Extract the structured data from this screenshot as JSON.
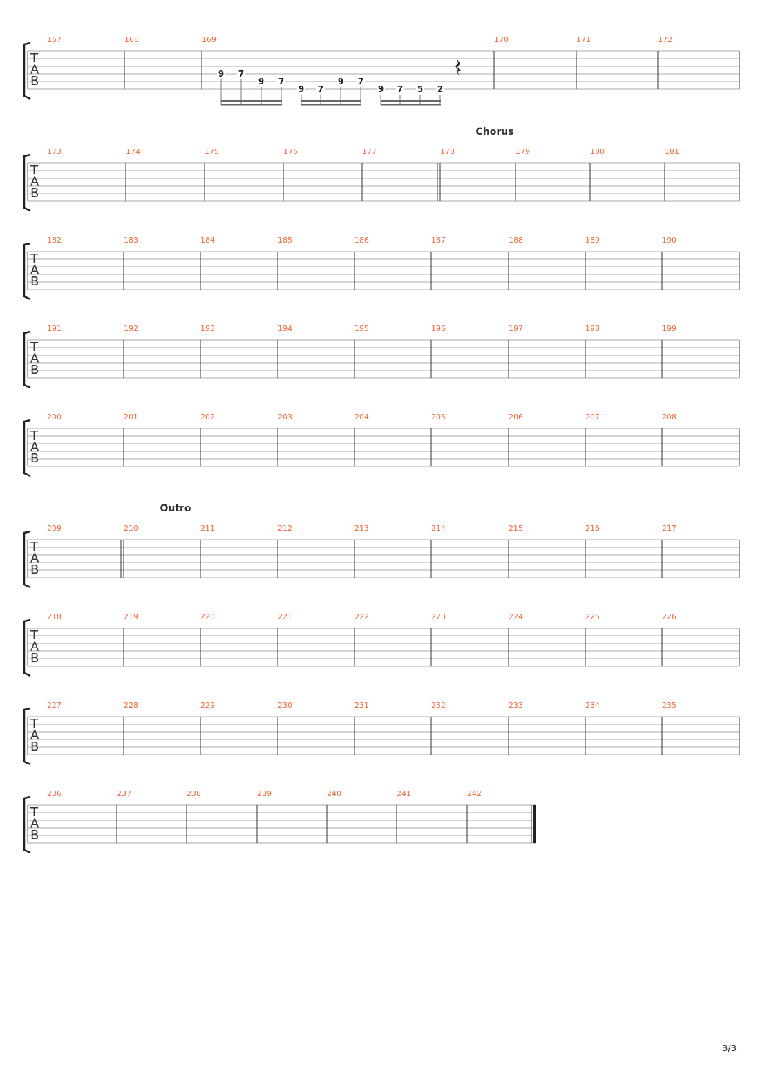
{
  "tab_letters": [
    "T",
    "A",
    "B"
  ],
  "page_number": "3/3",
  "systems": [
    {
      "measures": [
        "167",
        "168",
        "169",
        "170",
        "171",
        "172"
      ],
      "notes": [
        {
          "fret": "9",
          "string": 4
        },
        {
          "fret": "7",
          "string": 4
        },
        {
          "fret": "9",
          "string": 5
        },
        {
          "fret": "7",
          "string": 5
        },
        {
          "fret": "9",
          "string": 6
        },
        {
          "fret": "7",
          "string": 6
        },
        {
          "fret": "9",
          "string": 5
        },
        {
          "fret": "7",
          "string": 5
        },
        {
          "fret": "9",
          "string": 6
        },
        {
          "fret": "7",
          "string": 6
        },
        {
          "fret": "5",
          "string": 6
        },
        {
          "fret": "2",
          "string": 6
        }
      ],
      "rest": "quarter-rest"
    },
    {
      "measures": [
        "173",
        "174",
        "175",
        "176",
        "177",
        "178",
        "179",
        "180",
        "181"
      ],
      "section": "Chorus"
    },
    {
      "measures": [
        "182",
        "183",
        "184",
        "185",
        "186",
        "187",
        "188",
        "189",
        "190"
      ]
    },
    {
      "measures": [
        "191",
        "192",
        "193",
        "194",
        "195",
        "196",
        "197",
        "198",
        "199"
      ]
    },
    {
      "measures": [
        "200",
        "201",
        "202",
        "203",
        "204",
        "205",
        "206",
        "207",
        "208"
      ]
    },
    {
      "measures": [
        "209",
        "210",
        "211",
        "212",
        "213",
        "214",
        "215",
        "216",
        "217"
      ],
      "section": "Outro"
    },
    {
      "measures": [
        "218",
        "219",
        "220",
        "221",
        "222",
        "223",
        "224",
        "225",
        "226"
      ]
    },
    {
      "measures": [
        "227",
        "228",
        "229",
        "230",
        "231",
        "232",
        "233",
        "234",
        "235"
      ]
    },
    {
      "measures": [
        "236",
        "237",
        "238",
        "239",
        "240",
        "241",
        "242"
      ]
    }
  ]
}
